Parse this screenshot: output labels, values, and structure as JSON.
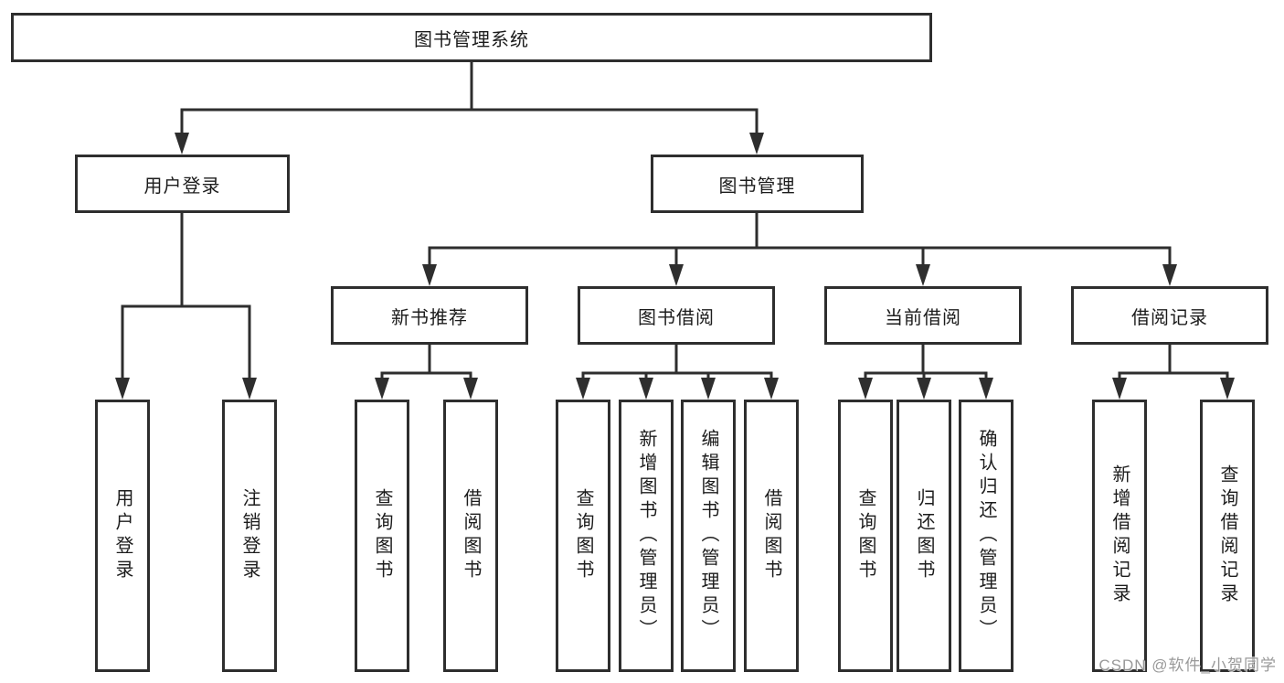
{
  "colors": {
    "line": "#2e2e2e",
    "box_border": "#2e2e2e",
    "box_background": "#ffffff",
    "text": "#1c1c1c",
    "watermark_text": "#949494"
  },
  "tree": {
    "root": {
      "label": "图书管理系统"
    },
    "level2": [
      {
        "label": "用户登录",
        "children": [
          "用户登录",
          "注销登录"
        ]
      },
      {
        "label": "图书管理"
      }
    ],
    "level3": [
      {
        "label": "新书推荐",
        "children": [
          "查询图书",
          "借阅图书"
        ]
      },
      {
        "label": "图书借阅",
        "children": [
          "查询图书",
          "新增图书（管理员）",
          "编辑图书（管理员）",
          "借阅图书"
        ]
      },
      {
        "label": "当前借阅",
        "children": [
          "查询图书",
          "归还图书",
          "确认归还（管理员）"
        ]
      },
      {
        "label": "借阅记录",
        "children": [
          "新增借阅记录",
          "查询借阅记录"
        ]
      }
    ]
  },
  "watermark": {
    "text": "CSDN @软件_小贺同学"
  }
}
